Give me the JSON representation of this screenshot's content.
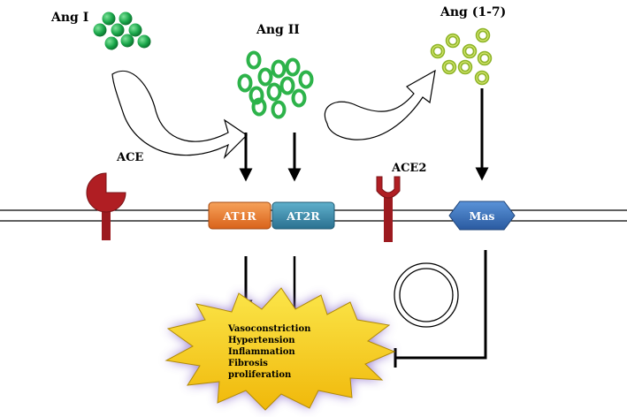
{
  "labels": {
    "ang1": "Ang I",
    "ang2": "Ang II",
    "ang17": "Ang (1-7)",
    "ace": "ACE",
    "ace2": "ACE2"
  },
  "receptors": {
    "at1r": "AT1R",
    "at2r": "AT2R",
    "mas": "Mas"
  },
  "effects": [
    "Vasoconstriction",
    "Hypertension",
    "Inflammation",
    "Fibrosis",
    "proliferation"
  ],
  "colors": {
    "ang1_fill": "#1aa64a",
    "ang2_ring": "#2db34a",
    "ang17_ring": "#a6c93a",
    "ace": "#b01e23",
    "at1r": "#e8782a",
    "at2r": "#3a8aa8",
    "mas": "#3a6fb8",
    "starburst": "#f5d21f",
    "glow": "#8a6acb"
  }
}
